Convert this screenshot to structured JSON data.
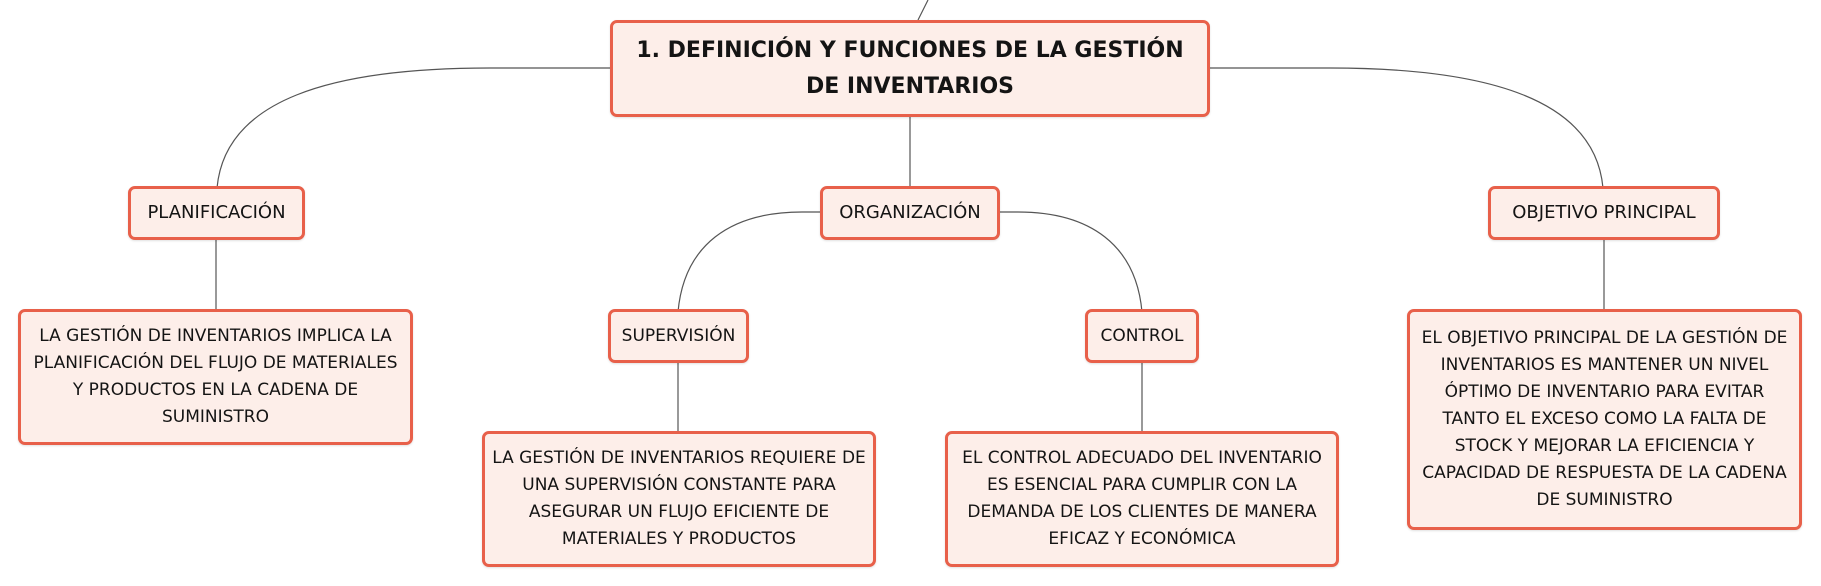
{
  "colors": {
    "node_fill": "#fdeee9",
    "node_border": "#e8604a",
    "connector": "#555555",
    "text": "#141414"
  },
  "root": {
    "label": "1. DEFINICIÓN Y FUNCIONES DE LA GESTIÓN DE INVENTARIOS"
  },
  "branches": {
    "planificacion": {
      "label": "PLANIFICACIÓN",
      "detail": "LA GESTIÓN DE INVENTARIOS IMPLICA LA PLANIFICACIÓN DEL FLUJO DE MATERIALES Y PRODUCTOS EN LA CADENA DE SUMINISTRO"
    },
    "organizacion": {
      "label": "ORGANIZACIÓN",
      "supervision": {
        "label": "SUPERVISIÓN",
        "detail": "LA GESTIÓN DE INVENTARIOS REQUIERE DE UNA SUPERVISIÓN CONSTANTE PARA ASEGURAR UN FLUJO EFICIENTE DE MATERIALES Y PRODUCTOS"
      },
      "control": {
        "label": "CONTROL",
        "detail": "EL CONTROL ADECUADO DEL INVENTARIO ES ESENCIAL PARA CUMPLIR CON LA DEMANDA DE LOS CLIENTES DE MANERA EFICAZ Y ECONÓMICA"
      }
    },
    "objetivo": {
      "label": "OBJETIVO PRINCIPAL",
      "detail": "EL OBJETIVO PRINCIPAL DE LA GESTIÓN DE INVENTARIOS ES MANTENER UN NIVEL ÓPTIMO DE INVENTARIO PARA EVITAR TANTO EL EXCESO COMO LA FALTA DE STOCK Y MEJORAR LA EFICIENCIA Y CAPACIDAD DE RESPUESTA DE LA CADENA DE SUMINISTRO"
    }
  }
}
